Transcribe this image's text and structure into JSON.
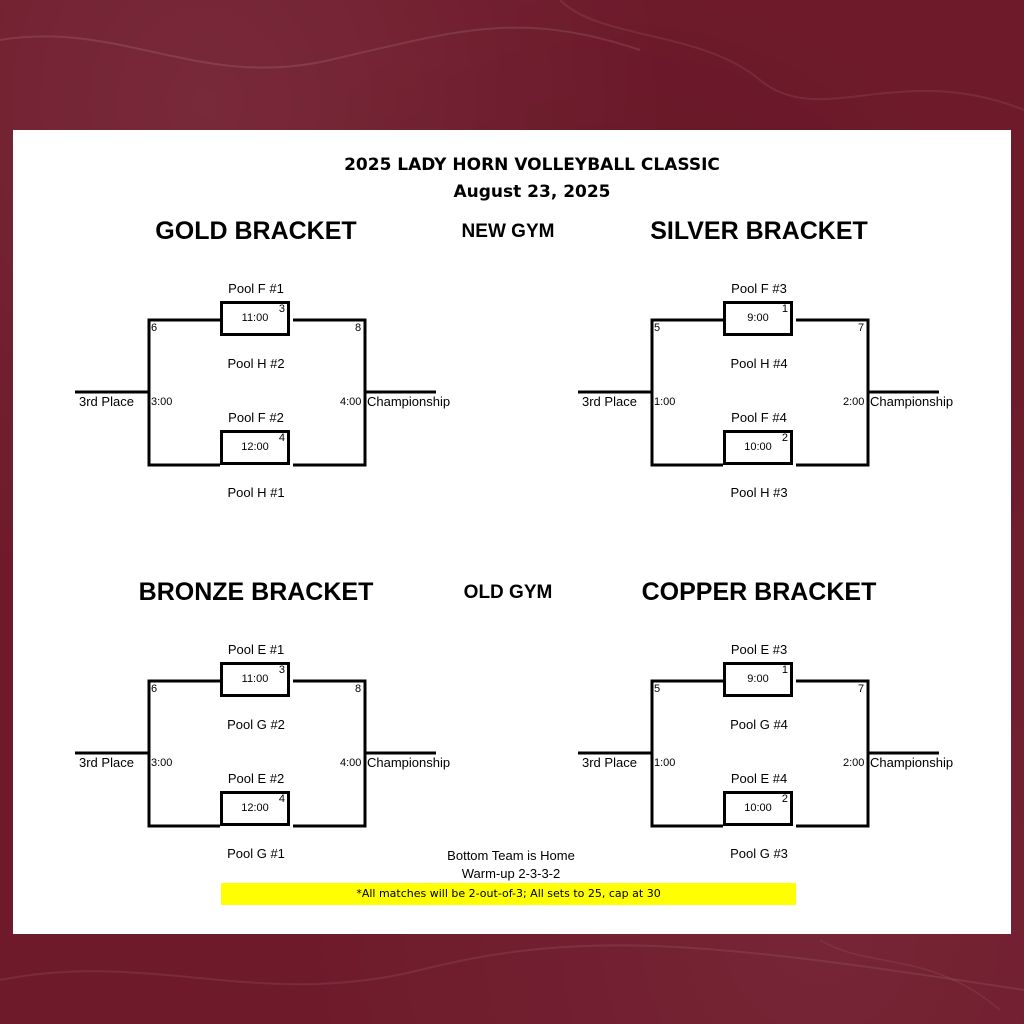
{
  "header": {
    "title": "2025 LADY HORN VOLLEYBALL CLASSIC",
    "date": "August 23, 2025"
  },
  "gyms": {
    "new": "NEW GYM",
    "old": "OLD GYM"
  },
  "brackets": [
    {
      "title": "GOLD BRACKET",
      "top_game": {
        "team_top": "Pool F #1",
        "time": "11:00",
        "number": "3",
        "team_bottom": "Pool H #2"
      },
      "bottom_game": {
        "team_top": "Pool F #2",
        "time": "12:00",
        "number": "4",
        "team_bottom": "Pool H #1"
      },
      "third_place": {
        "label": "3rd Place",
        "time": "3:00",
        "number": "6"
      },
      "championship": {
        "label": "Championship",
        "time": "4:00",
        "number": "8"
      }
    },
    {
      "title": "SILVER BRACKET",
      "top_game": {
        "team_top": "Pool F #3",
        "time": "9:00",
        "number": "1",
        "team_bottom": "Pool H #4"
      },
      "bottom_game": {
        "team_top": "Pool F #4",
        "time": "10:00",
        "number": "2",
        "team_bottom": "Pool H #3"
      },
      "third_place": {
        "label": "3rd Place",
        "time": "1:00",
        "number": "5"
      },
      "championship": {
        "label": "Championship",
        "time": "2:00",
        "number": "7"
      }
    },
    {
      "title": "BRONZE BRACKET",
      "top_game": {
        "team_top": "Pool E #1",
        "time": "11:00",
        "number": "3",
        "team_bottom": "Pool G #2"
      },
      "bottom_game": {
        "team_top": "Pool E #2",
        "time": "12:00",
        "number": "4",
        "team_bottom": "Pool G #1"
      },
      "third_place": {
        "label": "3rd Place",
        "time": "3:00",
        "number": "6"
      },
      "championship": {
        "label": "Championship",
        "time": "4:00",
        "number": "8"
      }
    },
    {
      "title": "COPPER BRACKET",
      "top_game": {
        "team_top": "Pool E #3",
        "time": "9:00",
        "number": "1",
        "team_bottom": "Pool G #4"
      },
      "bottom_game": {
        "team_top": "Pool E #4",
        "time": "10:00",
        "number": "2",
        "team_bottom": "Pool G #3"
      },
      "third_place": {
        "label": "3rd Place",
        "time": "1:00",
        "number": "5"
      },
      "championship": {
        "label": "Championship",
        "time": "2:00",
        "number": "7"
      }
    }
  ],
  "footer": {
    "home_note": "Bottom Team is Home",
    "warmup": "Warm-up 2-3-3-2",
    "match_rules": "*All matches will be 2-out-of-3; All sets to 25, cap at 30"
  },
  "colors": {
    "background": "#6e1a2b",
    "paper": "#ffffff",
    "highlight": "#ffff00"
  }
}
